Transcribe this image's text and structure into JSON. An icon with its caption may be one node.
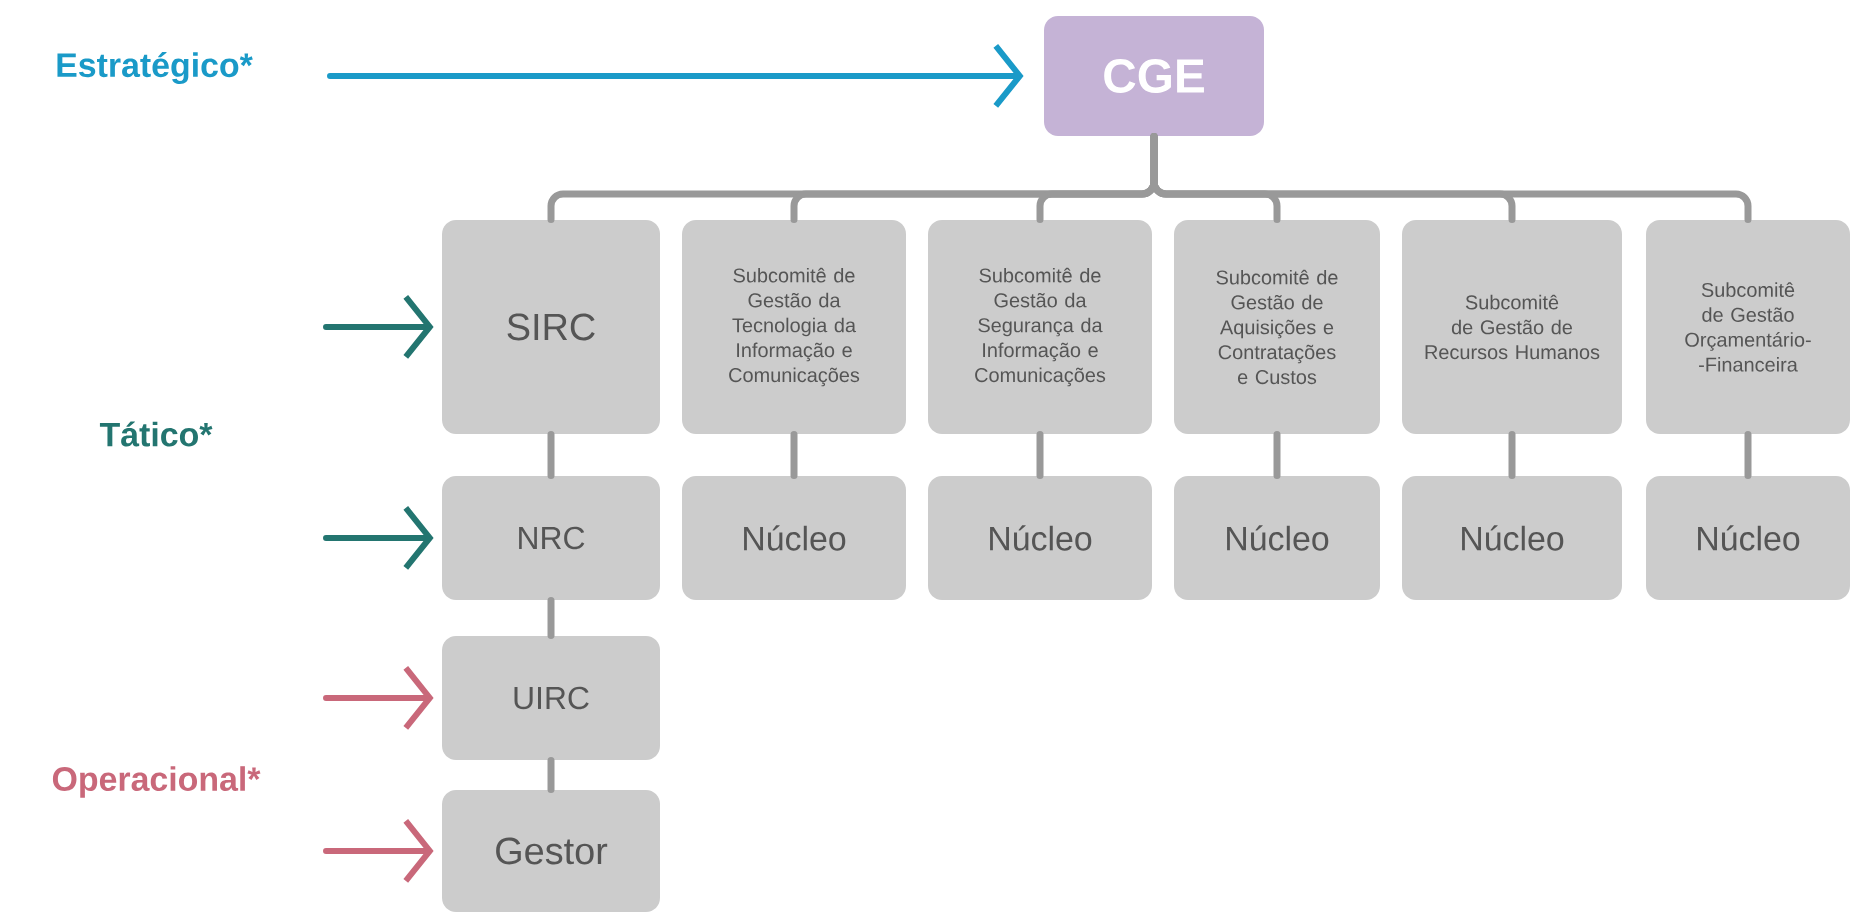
{
  "diagram": {
    "nodes": [
      {
        "text": [
          "CGE"
        ]
      },
      {
        "text": [
          "SIRC"
        ]
      },
      {
        "text": [
          "Subcomitê de Gestão da Tecnologia da Informação e Comunicações"
        ]
      },
      {
        "text": [
          "Subcomitê de Gestão da Segurança da Informação e Comunicações"
        ]
      },
      {
        "text": [
          "Subcomitê de Gestão de Aquisições e Contratações e Custos"
        ]
      },
      {
        "text": [
          "Subcomitê de Gestão de Recursos Humanos"
        ]
      },
      {
        "text": [
          "Subcomitê de Gestão Orçamentário- -Financeira"
        ]
      },
      {
        "text": [
          "NRC"
        ]
      },
      {
        "text": [
          "Núcleo"
        ]
      },
      {
        "text": [
          "Núcleo"
        ]
      },
      {
        "text": [
          "Núcleo"
        ]
      },
      {
        "text": [
          "Núcleo"
        ]
      },
      {
        "text": [
          "Núcleo"
        ]
      },
      {
        "text": [
          "UIRC"
        ]
      },
      {
        "text": [
          "Gestor"
        ]
      }
    ],
    "edges": [
      {
        "from": 0,
        "to": 1,
        "arrow": "none"
      },
      {
        "from": 0,
        "to": 2,
        "arrow": "none"
      },
      {
        "from": 0,
        "to": 3,
        "arrow": "none"
      },
      {
        "from": 0,
        "to": 4,
        "arrow": "none"
      },
      {
        "from": 0,
        "to": 5,
        "arrow": "none"
      },
      {
        "from": 0,
        "to": 6,
        "arrow": "none"
      },
      {
        "from": 1,
        "to": 7,
        "arrow": "none"
      },
      {
        "from": 2,
        "to": 8,
        "arrow": "none"
      },
      {
        "from": 3,
        "to": 9,
        "arrow": "none"
      },
      {
        "from": 4,
        "to": 10,
        "arrow": "none"
      },
      {
        "from": 5,
        "to": 11,
        "arrow": "none"
      },
      {
        "from": 6,
        "to": 12,
        "arrow": "none"
      },
      {
        "from": 7,
        "to": 13,
        "arrow": "none"
      },
      {
        "from": 13,
        "to": 14,
        "arrow": "none"
      },
      {
        "from": null,
        "to": 0,
        "arrow": "to",
        "color": "#1a9ac8"
      },
      {
        "from": null,
        "to": 1,
        "arrow": "to",
        "color": "#237570"
      },
      {
        "from": null,
        "to": 7,
        "arrow": "to",
        "color": "#237570"
      },
      {
        "from": null,
        "to": 13,
        "arrow": "to",
        "color": "#c9687a"
      },
      {
        "from": null,
        "to": 14,
        "arrow": "to",
        "color": "#c9687a"
      }
    ],
    "labels": [
      "Estratégico*",
      "Tático*",
      "Operacional*"
    ]
  }
}
